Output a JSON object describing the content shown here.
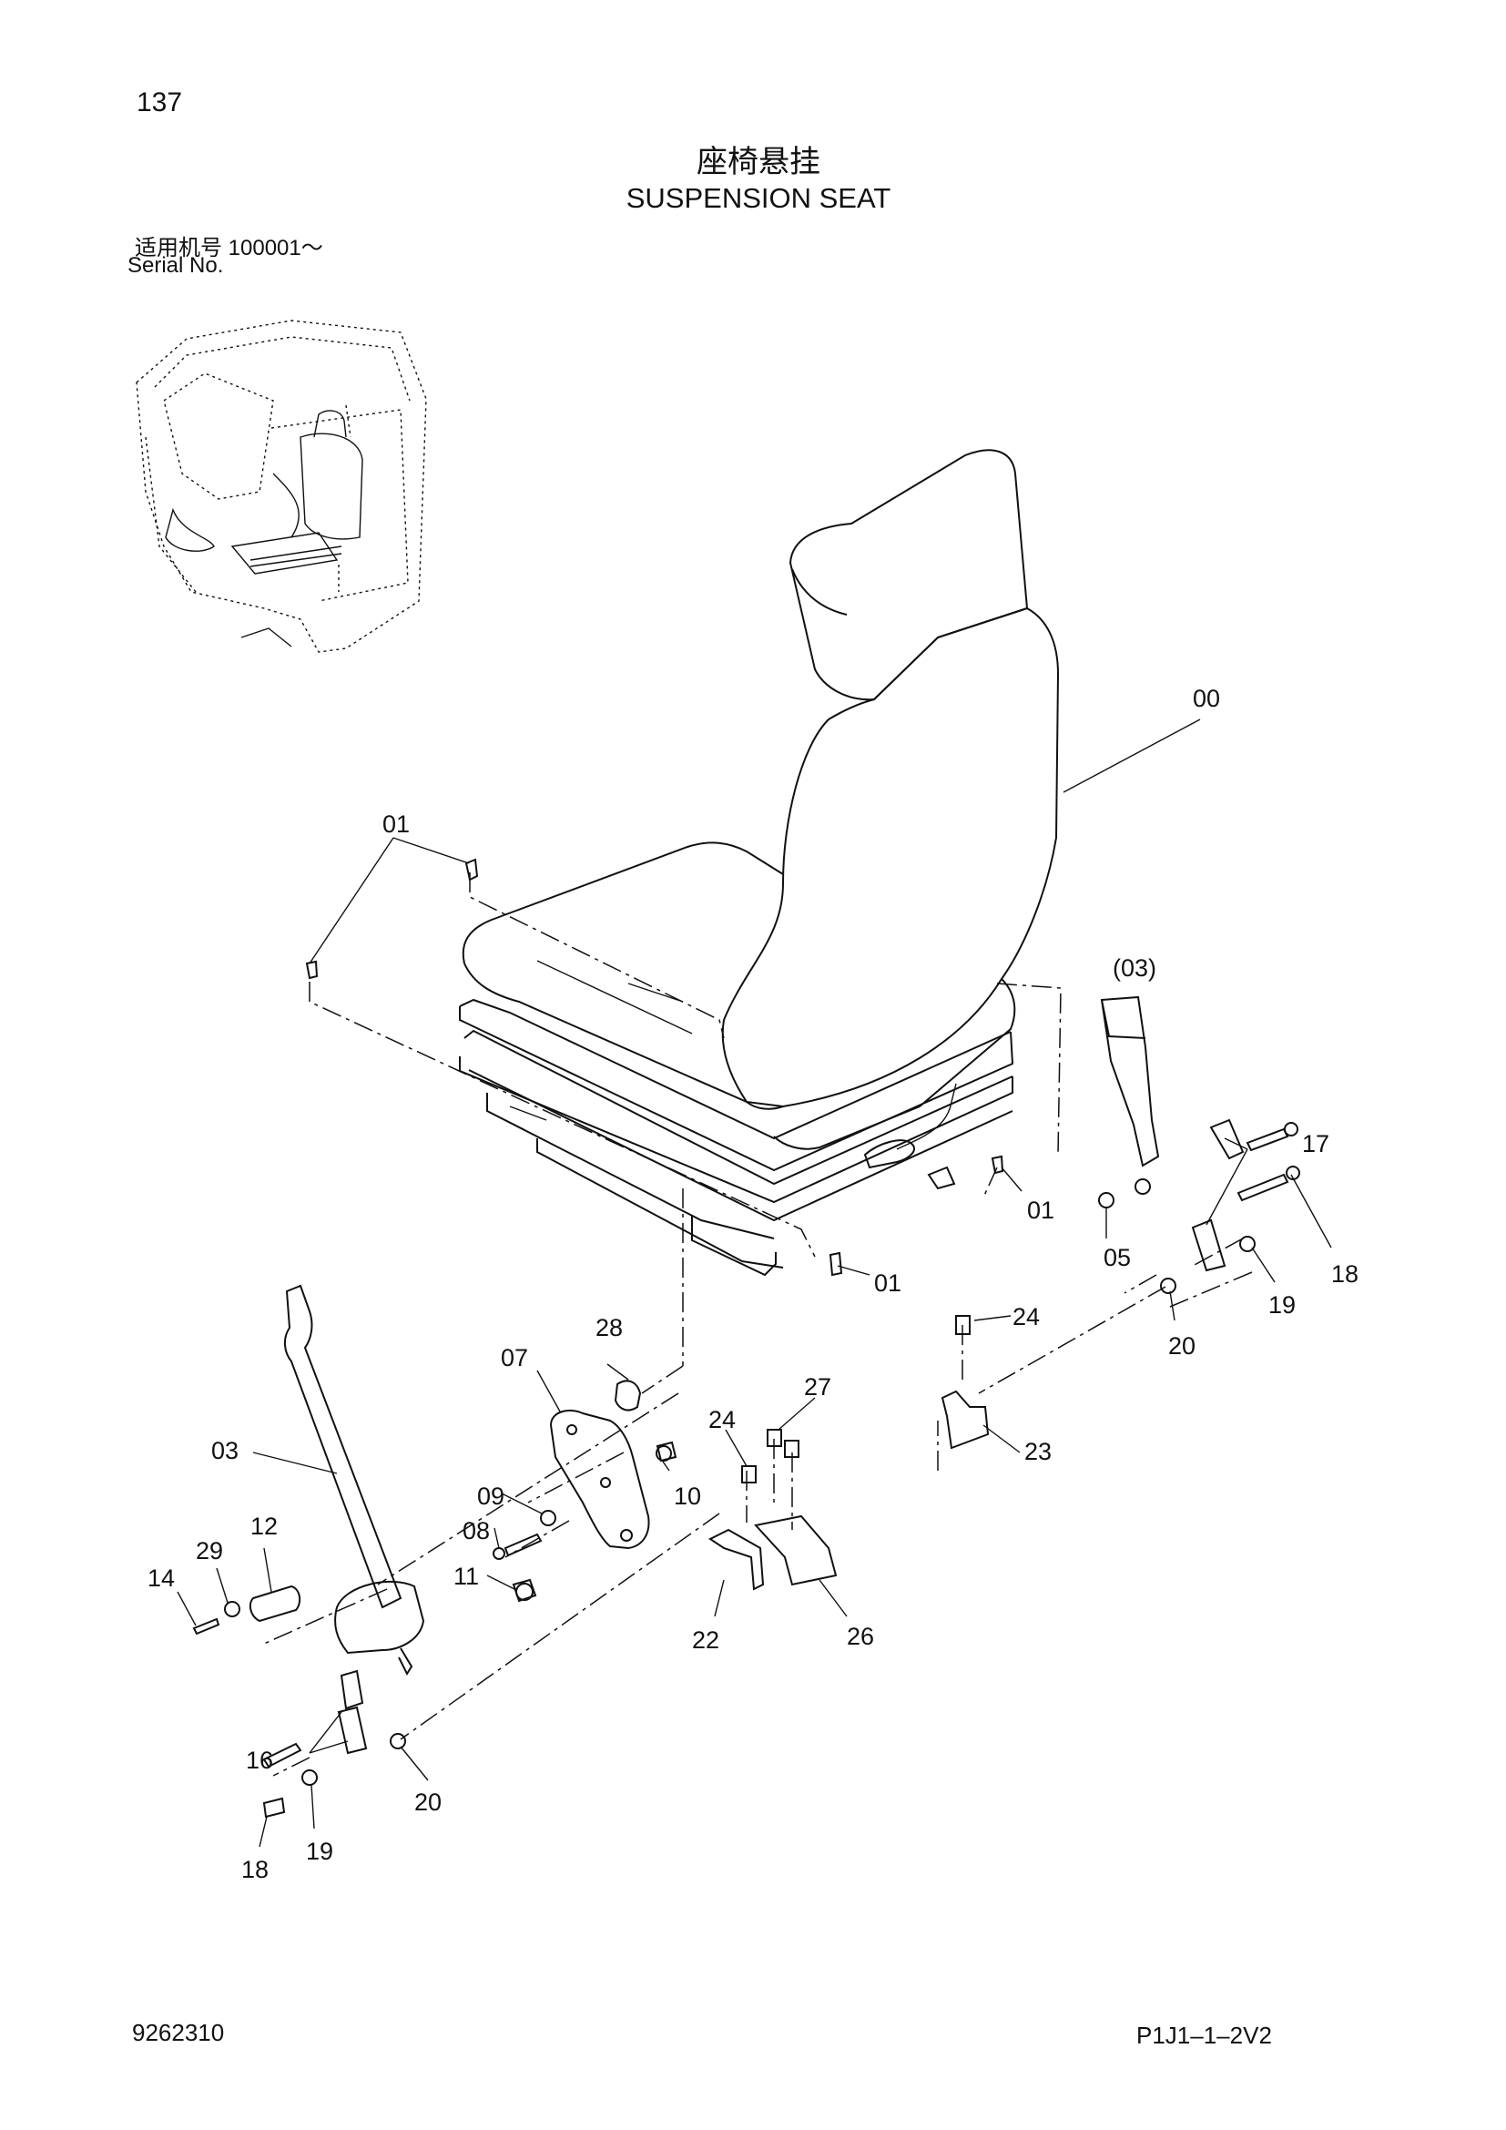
{
  "header": {
    "page_number": "137",
    "title_cn": "座椅悬挂",
    "title_en": "SUSPENSION SEAT",
    "serial_cn": "适用机号  100001～",
    "serial_en": "Serial No."
  },
  "footer": {
    "doc_number": "9262310",
    "page_code": "P1J1–1–2V2"
  },
  "callouts": {
    "c00": "00",
    "c01a": "01",
    "c01b": "01",
    "c01c": "01",
    "c03": "03",
    "c03p": "(03)",
    "c05": "05",
    "c07": "07",
    "c08": "08",
    "c09": "09",
    "c10": "10",
    "c11": "11",
    "c12": "12",
    "c14": "14",
    "c16": "16",
    "c17": "17",
    "c18a": "18",
    "c18b": "18",
    "c19a": "19",
    "c19b": "19",
    "c20a": "20",
    "c20b": "20",
    "c22": "22",
    "c23": "23",
    "c24a": "24",
    "c24b": "24",
    "c26": "26",
    "c27": "27",
    "c28": "28",
    "c29": "29"
  }
}
